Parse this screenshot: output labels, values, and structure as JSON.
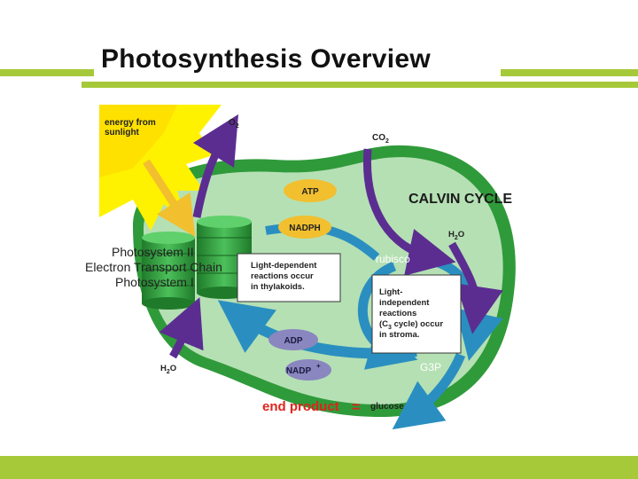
{
  "slide": {
    "title": "Photosynthesis Overview"
  },
  "diagram": {
    "sun_label_line1": "energy from",
    "sun_label_line2": "sunlight",
    "o2_label": "O",
    "o2_sub": "2",
    "co2_label": "CO",
    "co2_sub": "2",
    "atp_label": "ATP",
    "nadph_label": "NADPH",
    "adp_label": "ADP",
    "nadp_label": "NADP",
    "nadp_sup": "+",
    "calvin_label": "CALVIN CYCLE",
    "h2o_right_label": "H",
    "h2o_right_sub": "2",
    "h2o_right_end": "O",
    "h2o_left_label": "H",
    "h2o_left_sub": "2",
    "h2o_left_end": "O",
    "photosystem2": "Photosystem II",
    "etc": "Electron Transport Chain",
    "photosystem1": "Photosystem I",
    "light_dep_1": "Light-dependent",
    "light_dep_2": "reactions occur",
    "light_dep_3": "in thylakoids.",
    "light_ind_1": "Light-",
    "light_ind_2": "independent",
    "light_ind_3": "reactions",
    "light_ind_4a": "(C",
    "light_ind_4sub": "3",
    "light_ind_4b": " cycle) occur",
    "light_ind_5": "in stroma.",
    "rubisco": "rubisco",
    "g3p": "G3P",
    "end_product": "end product",
    "equals": "=",
    "glucose": "glucose"
  },
  "colors": {
    "accent_bar": "#a6c93a",
    "chloroplast_outer": "#2f9a3a",
    "chloroplast_inner": "#9fd6a0",
    "stroma": "#b5e0b4",
    "oval": "#f2bf2f",
    "arrow_purple": "#5b2d91",
    "arrow_blue": "#2a8fc0",
    "sun": "#fff200",
    "end_product_red": "#e0231b"
  }
}
